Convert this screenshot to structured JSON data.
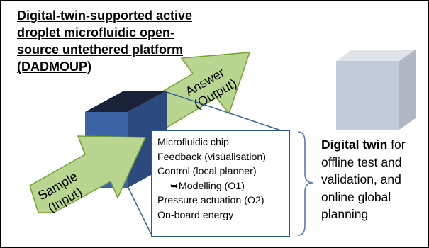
{
  "title_lines": [
    "Digital-twin-supported active",
    "droplet microfluidic open-",
    "source untethered platform",
    "(DADMOUP)"
  ],
  "input_arrow": {
    "line1": "Sample",
    "line2": "(Input)"
  },
  "output_arrow": {
    "line1": "Answer",
    "line2": "(Output)"
  },
  "platform_box": {
    "items": [
      "Microfluidic chip",
      "Feedback (visualisation)",
      "Control (local planner)",
      "Modelling (O1)",
      "Pressure actuation (O2)",
      "On-board energy"
    ],
    "sub_arrow_glyph": "➥"
  },
  "digital_twin": {
    "bold": "Digital twin",
    "rest_first_line": " for",
    "lines": [
      "offline test and",
      "validation, and",
      "online global",
      "planning"
    ]
  },
  "colors": {
    "arrow_fill": "#b9d690",
    "arrow_stroke": "#74a12e",
    "cube_front": "#3b64a6",
    "cube_top": "#1a2238",
    "cube_side": "#2c4a7e",
    "twin_top": "#dfe3ea",
    "twin_front": "#c1cbdb",
    "twin_side": "#b1b8c4",
    "callout_line": "#3a5fa0"
  }
}
